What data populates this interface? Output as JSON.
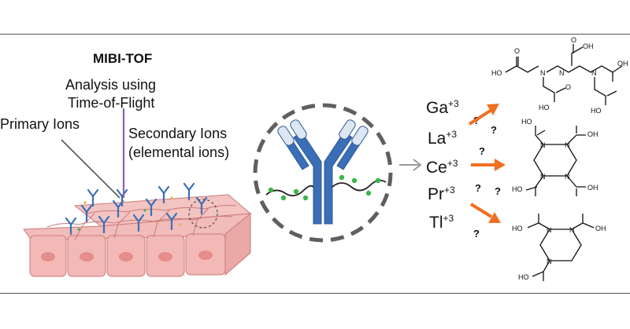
{
  "title": "MIBI-TOF",
  "labels": {
    "analysis_line1": "Analysis using",
    "analysis_line2": "Time-of-Flight",
    "primary_ions": "Primary Ions",
    "secondary_line1": "Secondary Ions",
    "secondary_line2": "(elemental ions)"
  },
  "ions": [
    {
      "symbol": "Ga",
      "charge": "+3"
    },
    {
      "symbol": "La",
      "charge": "+3"
    },
    {
      "symbol": "Ce",
      "charge": "+3"
    },
    {
      "symbol": "Pr",
      "charge": "+3"
    },
    {
      "symbol": "Tl",
      "charge": "+3"
    }
  ],
  "question_mark": "?",
  "chelators": {
    "top": {
      "acid_label": "OH",
      "carbonyl_label": "O",
      "n_label": "N",
      "ho_label": "HO"
    },
    "middle": {
      "acid_label": "OH",
      "ho_label": "HO",
      "n_label": "N"
    },
    "bottom": {
      "acid_label": "OH",
      "ho_label": "HO",
      "n_label": "N"
    }
  },
  "colors": {
    "antibody_blue": "#3a6fb7",
    "antibody_light": "#dde6f2",
    "cell_pink": "#f3b9b6",
    "cell_edge": "#c97a78",
    "nucleus": "#e58d8b",
    "arrow_orange": "#f26f21",
    "dash_gray": "#5f5f5f",
    "beam_purple": "#8a5fb8",
    "dot_green": "#3db54a"
  }
}
